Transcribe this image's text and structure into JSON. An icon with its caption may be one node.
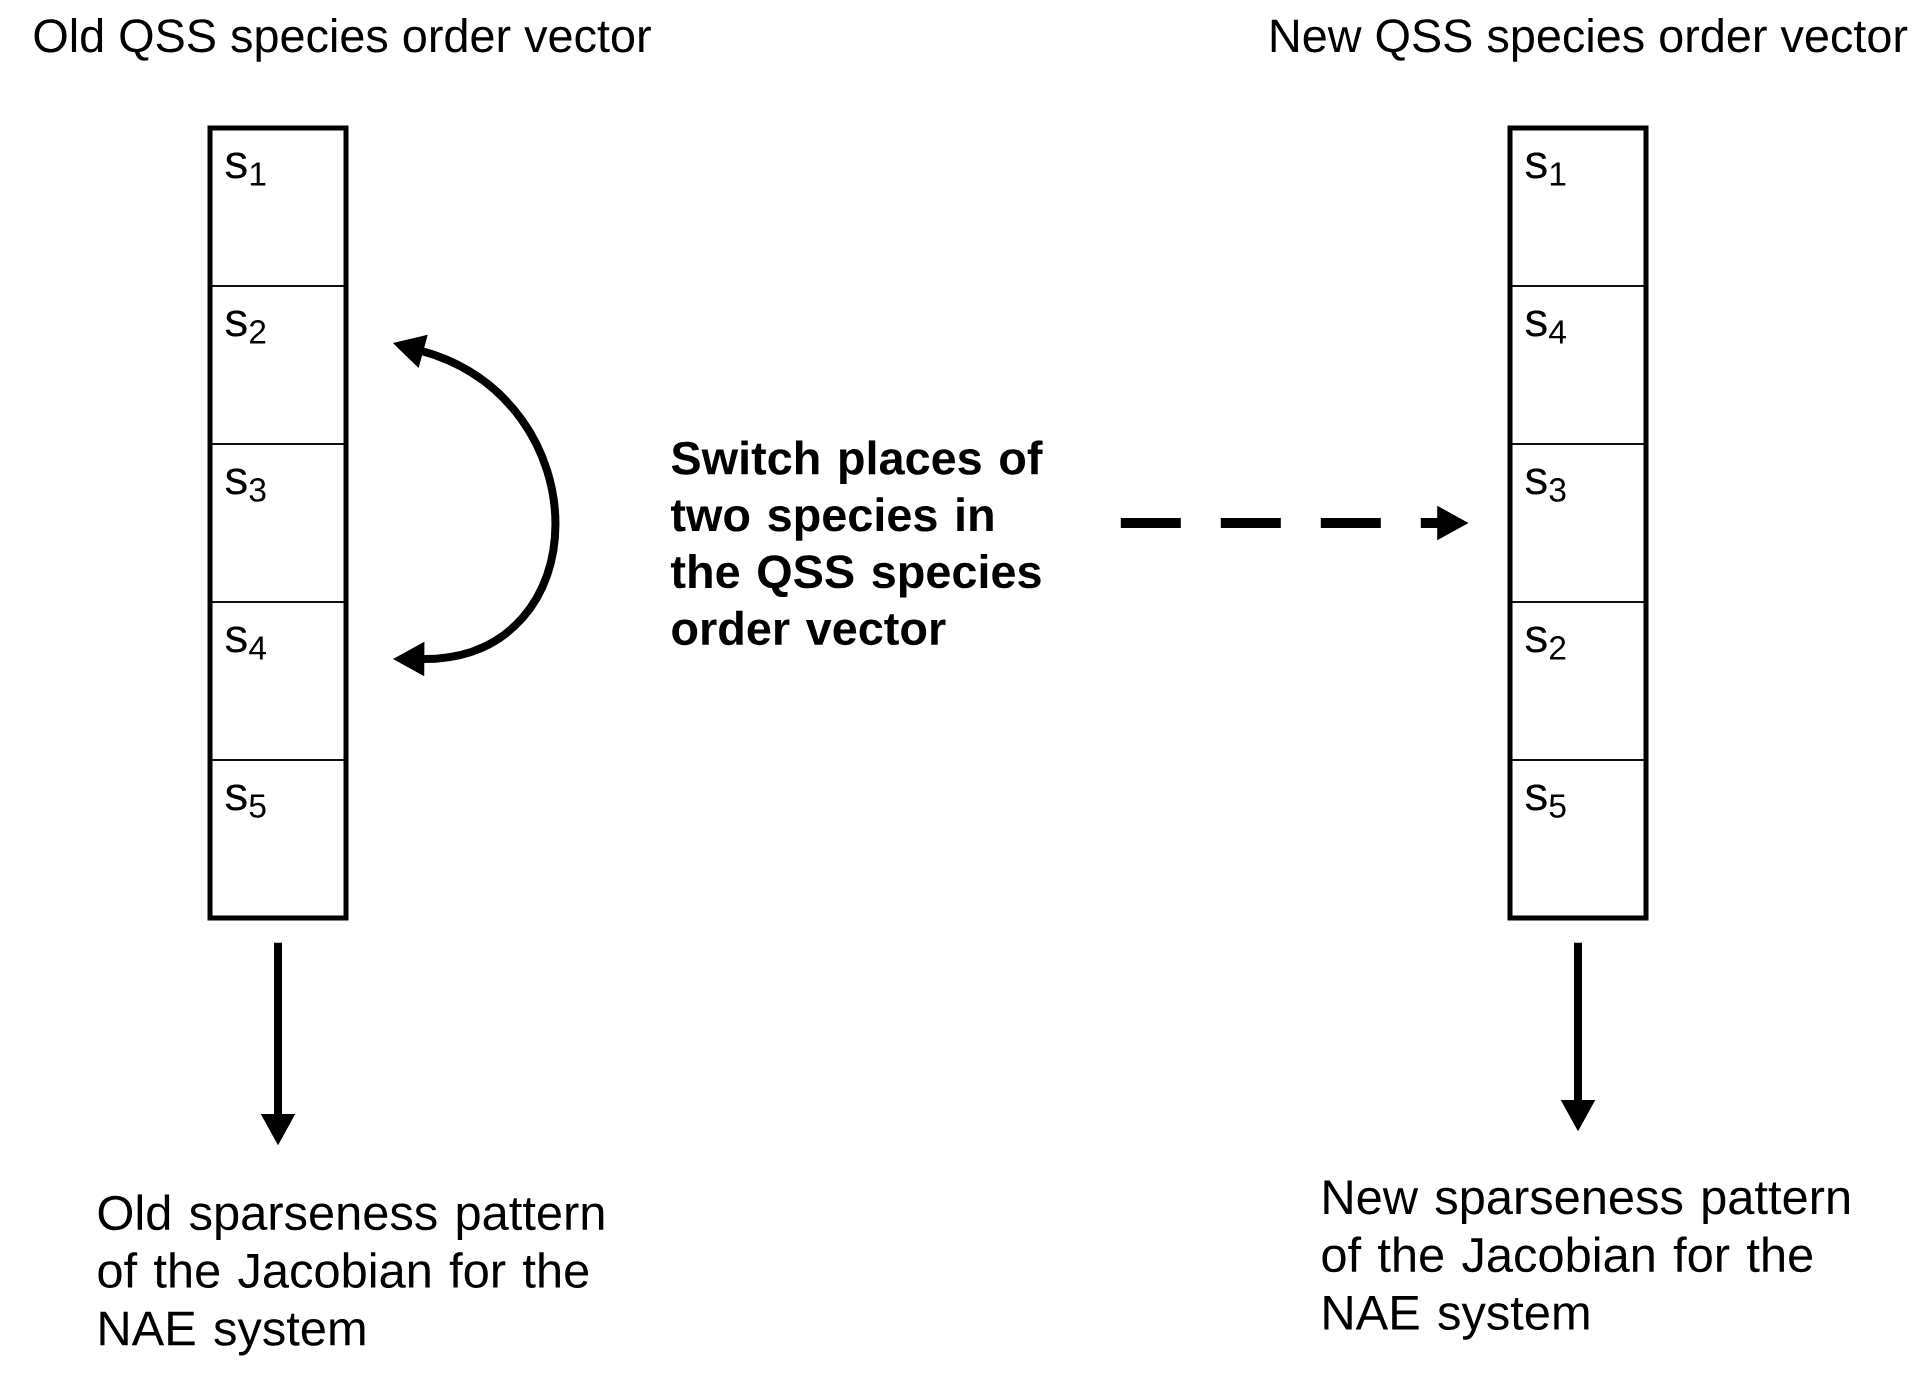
{
  "diagram": {
    "nodes": [
      {
        "text": [
          "Old QSS species order vector"
        ]
      },
      {
        "text": [
          "s$_{1}$"
        ],
        "in": 0
      },
      {
        "text": [
          "s$_{2}$"
        ],
        "in": 0
      },
      {
        "text": [
          "s$_{3}$"
        ],
        "in": 0
      },
      {
        "text": [
          "s$_{4}$"
        ],
        "in": 0
      },
      {
        "text": [
          "s$_{5}$"
        ],
        "in": 0
      },
      {
        "text": [
          "New QSS species order vector"
        ]
      },
      {
        "text": [
          "s$_{1}$"
        ],
        "in": 6
      },
      {
        "text": [
          "s$_{4}$"
        ],
        "in": 6
      },
      {
        "text": [
          "s$_{3}$"
        ],
        "in": 6
      },
      {
        "text": [
          "s$_{2}$"
        ],
        "in": 6
      },
      {
        "text": [
          "s$_{5}$"
        ],
        "in": 6
      },
      {
        "text": [
          "Switch places of two species in the QSS species order vector"
        ]
      },
      {
        "text": [
          "Old sparseness pattern of the Jacobian for the NAE system"
        ]
      },
      {
        "text": [
          "New sparseness pattern of the Jacobian for the NAE system"
        ]
      }
    ],
    "edges": [
      {
        "from": 2,
        "to": 4,
        "arrow": "both"
      },
      {
        "from": 12,
        "to": 9,
        "arrow": "to",
        "style": "dashed"
      },
      {
        "from": 5,
        "to": 13,
        "arrow": "to"
      },
      {
        "from": 11,
        "to": 14,
        "arrow": "to"
      }
    ]
  }
}
